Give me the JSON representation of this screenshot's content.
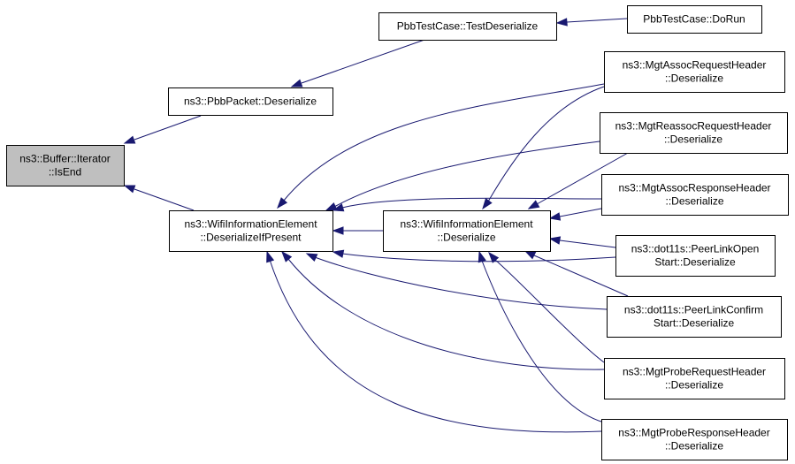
{
  "nodes": [
    {
      "id": "isend",
      "lines": [
        "ns3::Buffer::Iterator",
        "::IsEnd"
      ],
      "current": true
    },
    {
      "id": "pbbpacket",
      "lines": [
        "ns3::PbbPacket::Deserialize"
      ]
    },
    {
      "id": "testdeser",
      "lines": [
        "PbbTestCase::TestDeserialize"
      ]
    },
    {
      "id": "dorun",
      "lines": [
        "PbbTestCase::DoRun"
      ]
    },
    {
      "id": "wifiifpresent",
      "lines": [
        "ns3::WifiInformationElement",
        "::DeserializeIfPresent"
      ]
    },
    {
      "id": "wifideser",
      "lines": [
        "ns3::WifiInformationElement",
        "::Deserialize"
      ]
    },
    {
      "id": "assocreq",
      "lines": [
        "ns3::MgtAssocRequestHeader",
        "::Deserialize"
      ]
    },
    {
      "id": "reassocreq",
      "lines": [
        "ns3::MgtReassocRequestHeader",
        "::Deserialize"
      ]
    },
    {
      "id": "assocresp",
      "lines": [
        "ns3::MgtAssocResponseHeader",
        "::Deserialize"
      ]
    },
    {
      "id": "peeropen",
      "lines": [
        "ns3::dot11s::PeerLinkOpen",
        "Start::Deserialize"
      ]
    },
    {
      "id": "peerconfirm",
      "lines": [
        "ns3::dot11s::PeerLinkConfirm",
        "Start::Deserialize"
      ]
    },
    {
      "id": "probereq",
      "lines": [
        "ns3::MgtProbeRequestHeader",
        "::Deserialize"
      ]
    },
    {
      "id": "proberesp",
      "lines": [
        "ns3::MgtProbeResponseHeader",
        "::Deserialize"
      ]
    }
  ],
  "edges": [
    {
      "from": "pbbpacket",
      "to": "isend"
    },
    {
      "from": "wifiifpresent",
      "to": "isend"
    },
    {
      "from": "testdeser",
      "to": "pbbpacket"
    },
    {
      "from": "dorun",
      "to": "testdeser"
    },
    {
      "from": "wifideser",
      "to": "wifiifpresent"
    },
    {
      "from": "assocreq",
      "to": "wifiifpresent"
    },
    {
      "from": "reassocreq",
      "to": "wifiifpresent"
    },
    {
      "from": "assocresp",
      "to": "wifiifpresent"
    },
    {
      "from": "peeropen",
      "to": "wifiifpresent"
    },
    {
      "from": "peerconfirm",
      "to": "wifiifpresent"
    },
    {
      "from": "probereq",
      "to": "wifiifpresent"
    },
    {
      "from": "proberesp",
      "to": "wifiifpresent"
    },
    {
      "from": "assocreq",
      "to": "wifideser"
    },
    {
      "from": "reassocreq",
      "to": "wifideser"
    },
    {
      "from": "assocresp",
      "to": "wifideser"
    },
    {
      "from": "peeropen",
      "to": "wifideser"
    },
    {
      "from": "peerconfirm",
      "to": "wifideser"
    },
    {
      "from": "probereq",
      "to": "wifideser"
    },
    {
      "from": "proberesp",
      "to": "wifideser"
    }
  ]
}
